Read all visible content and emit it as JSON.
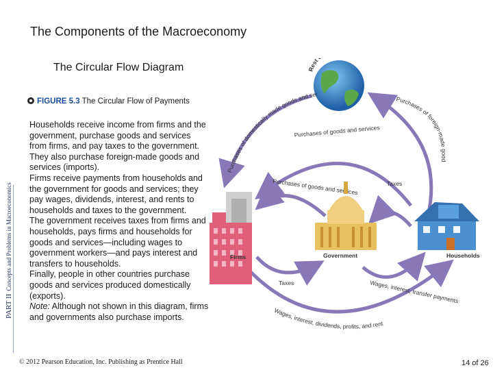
{
  "slide": {
    "title": "The Components of the Macroeconomy",
    "subtitle": "The Circular Flow Diagram",
    "side_part": "PART II",
    "side_label": "Concepts and Problems in Macroeconomics",
    "copyright": "© 2012 Pearson Education, Inc. Publishing as Prentice Hall",
    "page": "14 of 26"
  },
  "figure": {
    "number": "FIGURE 5.3",
    "caption": "The Circular Flow of Payments",
    "paragraphs": [
      "Households receive income from firms and the government, purchase goods and services from firms, and pay taxes to the government.",
      "They also purchase foreign-made goods and services (imports).",
      "Firms receive payments from households and the government for goods and services; they pay wages, dividends, interest, and rents to households and taxes to the government.",
      "The government receives taxes from firms and households, pays firms and households for goods and services—including wages to government workers—and pays interest and transfers to households.",
      "Finally, people in other countries purchase goods and services produced domestically (exports)."
    ],
    "note_label": "Note:",
    "note_text": " Although not shown in this diagram, firms and governments also purchase imports."
  },
  "diagram": {
    "nodes": {
      "world": "Rest of the World",
      "firms": "Firms",
      "government": "Government",
      "households": "Households"
    },
    "flows": {
      "exports": "Purchases of domestically made goods and services by foreigners (exports)",
      "imports": "Purchases of foreign-made goods and services (imports)",
      "purchases_top": "Purchases of goods and services",
      "purchases_gov": "Purchases of goods and services",
      "taxes_households": "Taxes",
      "taxes_firms": "Taxes",
      "transfers": "Wages, interest, transfer payments",
      "wages_bottom": "Wages, interest, dividends, profits, and rent"
    }
  },
  "colors": {
    "arrow": "#8878b8",
    "accent": "#1a4e9a",
    "firms_building": "#e0607a",
    "household_house": "#4a8fd0",
    "government_building": "#e8c060"
  }
}
